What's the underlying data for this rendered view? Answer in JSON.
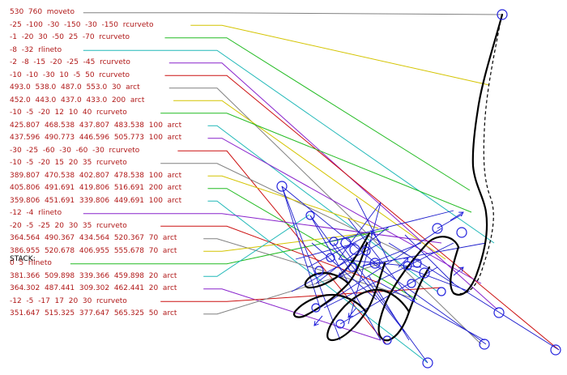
{
  "commands": [
    {
      "text": "530  760  moveto",
      "color": "#808080"
    },
    {
      "text": "-25  -100  -30  -150  -30  -150  rcurveto",
      "color": "#d4c400"
    },
    {
      "text": "-1  -20  30  -50  25  -70  rcurveto",
      "color": "#22bb22"
    },
    {
      "text": "-8  -32  rlineto",
      "color": "#20b8b8"
    },
    {
      "text": "-2  -8  -15  -20  -25  -45  rcurveto",
      "color": "#8822cc"
    },
    {
      "text": "-10  -10  -30  10  -5  50  rcurveto",
      "color": "#cc1111"
    },
    {
      "text": "493.0  538.0  487.0  553.0  30  arct",
      "color": "#808080"
    },
    {
      "text": "452.0  443.0  437.0  433.0  200  arct",
      "color": "#d4c400"
    },
    {
      "text": "-10  -5  -20  12  10  40  rcurveto",
      "color": "#22bb22"
    },
    {
      "text": "425.807  468.538  437.807  483.538  100  arct",
      "color": "#20b8b8"
    },
    {
      "text": "437.596  490.773  446.596  505.773  100  arct",
      "color": "#8822cc"
    },
    {
      "text": "-30  -25  -60  -30  -60  -30  rcurveto",
      "color": "#cc1111"
    },
    {
      "text": "-10  -5  -20  15  20  35  rcurveto",
      "color": "#808080"
    },
    {
      "text": "389.807  470.538  402.807  478.538  100  arct",
      "color": "#d4c400"
    },
    {
      "text": "405.806  491.691  419.806  516.691  200  arct",
      "color": "#22bb22"
    },
    {
      "text": "359.806  451.691  339.806  449.691  100  arct",
      "color": "#20b8b8"
    },
    {
      "text": "-12  -4  rlineto",
      "color": "#8822cc"
    },
    {
      "text": "-20  -5  -25  20  30  35  rcurveto",
      "color": "#cc1111"
    },
    {
      "text": "364.564  490.367  434.564  520.367  70  arct",
      "color": "#808080"
    },
    {
      "text": "386.955  520.678  406.955  555.678  70  arct",
      "color": "#d4c400"
    },
    {
      "text": "0  5  rlineto",
      "color": "#22bb22"
    },
    {
      "text": "381.366  509.898  339.366  459.898  20  arct",
      "color": "#20b8b8"
    },
    {
      "text": "364.302  487.441  309.302  462.441  20  arct",
      "color": "#8822cc"
    },
    {
      "text": "-12  -5  -17  17  20  30  rcurveto",
      "color": "#cc1111"
    },
    {
      "text": "351.647  515.325  377.647  565.325  50  arct",
      "color": "#808080"
    }
  ],
  "stack_label": "STACK:",
  "colors": {
    "command_text": "#b01818",
    "leader_palette": [
      "#808080",
      "#d4c400",
      "#22bb22",
      "#20b8b8",
      "#8822cc",
      "#cc1111"
    ],
    "control_lines": "#1c1ccc",
    "markers": "#2222dd",
    "outline": "#000000",
    "background": "#ffffff"
  }
}
